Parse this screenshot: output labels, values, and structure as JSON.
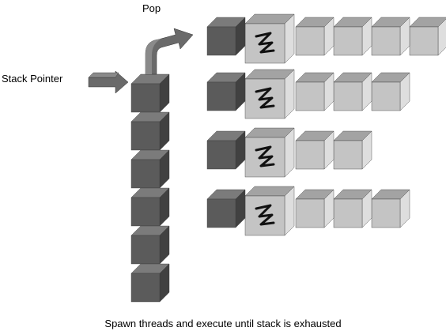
{
  "labels": {
    "pop": "Pop",
    "stack_pointer": "Stack Pointer",
    "caption": "Spawn threads and execute until stack is exhausted"
  },
  "stack": {
    "block_count": 6
  },
  "threads": [
    {
      "tail_blocks": 4
    },
    {
      "tail_blocks": 3
    },
    {
      "tail_blocks": 2
    },
    {
      "tail_blocks": 3
    }
  ],
  "colors": {
    "dark_front": "#5b5b5b",
    "dark_top": "#7b7b7b",
    "dark_side": "#414141",
    "light_front": "#c4c4c4",
    "light_top": "#a3a3a3",
    "light_side": "#dedede",
    "arrow": "#6a6a6a",
    "squiggle": "#111111"
  }
}
